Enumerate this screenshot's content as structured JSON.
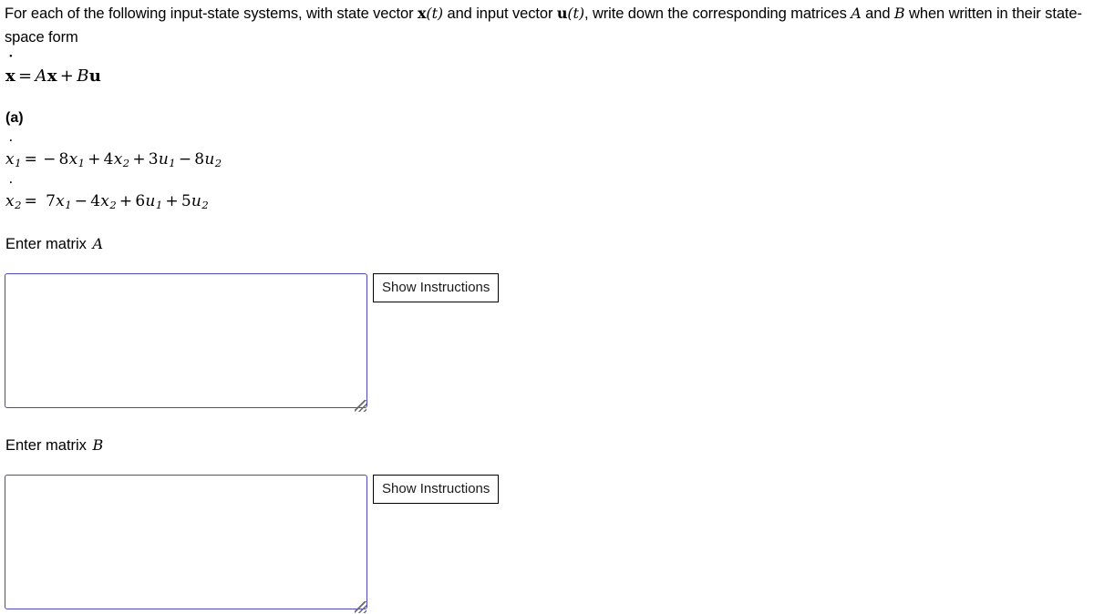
{
  "prompt": {
    "part1": "For each of the following input-state systems, with state vector ",
    "state_vector": "x",
    "state_vector_arg": "(t)",
    "part2": " and input vector ",
    "input_vector": "u",
    "input_vector_arg": "(t)",
    "part3": ", write down the corresponding matrices ",
    "matrix_a": "A",
    "part4": " and ",
    "matrix_b": "B",
    "part5": " when written in their state-space form"
  },
  "main_equation": {
    "lhs_var": "x",
    "equals": "=",
    "matrix_a": "A",
    "state_vector": "x",
    "plus": "+",
    "matrix_b": "B",
    "input_vector": "u"
  },
  "part_label": "(a)",
  "system": {
    "equation1": {
      "lhs": "x",
      "lhs_sub": "1",
      "equals": "=",
      "terms": [
        {
          "sign": "−",
          "coef": "8",
          "var": "x",
          "sub": "1"
        },
        {
          "sign": "+",
          "coef": "4",
          "var": "x",
          "sub": "2"
        },
        {
          "sign": "+",
          "coef": "3",
          "var": "u",
          "sub": "1"
        },
        {
          "sign": "−",
          "coef": "8",
          "var": "u",
          "sub": "2"
        }
      ]
    },
    "equation2": {
      "lhs": "x",
      "lhs_sub": "2",
      "equals": "=",
      "terms": [
        {
          "sign": "",
          "coef": "7",
          "var": "x",
          "sub": "1"
        },
        {
          "sign": "−",
          "coef": "4",
          "var": "x",
          "sub": "2"
        },
        {
          "sign": "+",
          "coef": "6",
          "var": "u",
          "sub": "1"
        },
        {
          "sign": "+",
          "coef": "5",
          "var": "u",
          "sub": "2"
        }
      ]
    }
  },
  "answer_a": {
    "label_text": "Enter matrix ",
    "label_symbol": "A",
    "value": "",
    "placeholder": "",
    "button_label": "Show Instructions"
  },
  "answer_b": {
    "label_text": "Enter matrix ",
    "label_symbol": "B",
    "value": "",
    "placeholder": "",
    "button_label": "Show Instructions"
  },
  "colors": {
    "textarea_border": "#4b49b6",
    "button_border": "#000000",
    "text": "#000000",
    "background": "#ffffff"
  }
}
